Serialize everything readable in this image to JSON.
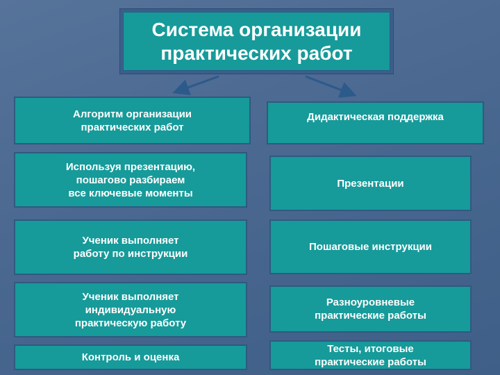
{
  "title": "Система организации\nпрактических работ",
  "left": {
    "heading": "Алгоритм организации\nпрактических работ",
    "items": [
      "Используя презентацию,\nпошагово разбираем\nвсе ключевые моменты",
      "Ученик  выполняет\nработу по инструкции",
      "Ученик выполняет\nиндивидуальную\nпрактическую работу",
      "Контроль и оценка"
    ]
  },
  "right": {
    "heading": "Дидактическая поддержка",
    "items": [
      "Презентации",
      "Пошаговые инструкции",
      "Разноуровневые\nпрактические работы",
      "Тесты, итоговые\nпрактические работы"
    ]
  }
}
